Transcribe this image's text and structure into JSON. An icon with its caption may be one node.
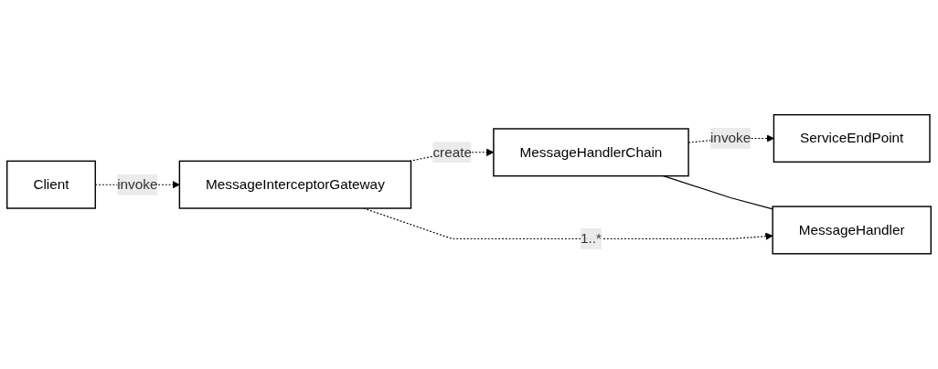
{
  "diagram": {
    "nodes": [
      {
        "text": [
          "Client"
        ]
      },
      {
        "text": [
          "MessageInterceptorGateway"
        ]
      },
      {
        "text": [
          "MessageHandlerChain"
        ]
      },
      {
        "text": [
          "ServiceEndPoint"
        ]
      },
      {
        "text": [
          "MessageHandler"
        ]
      }
    ],
    "edges": [
      {
        "from": 0,
        "to": 1,
        "arrow": "to",
        "style": "dashed",
        "label": "invoke"
      },
      {
        "from": 1,
        "to": 2,
        "arrow": "to",
        "style": "dashed",
        "label": "create"
      },
      {
        "from": 2,
        "to": 3,
        "arrow": "to",
        "style": "dashed",
        "label": "invoke"
      },
      {
        "from": 1,
        "to": 4,
        "arrow": "to",
        "style": "dashed",
        "label": "1..*"
      },
      {
        "from": 2,
        "to": 4,
        "arrow": "none"
      }
    ]
  }
}
